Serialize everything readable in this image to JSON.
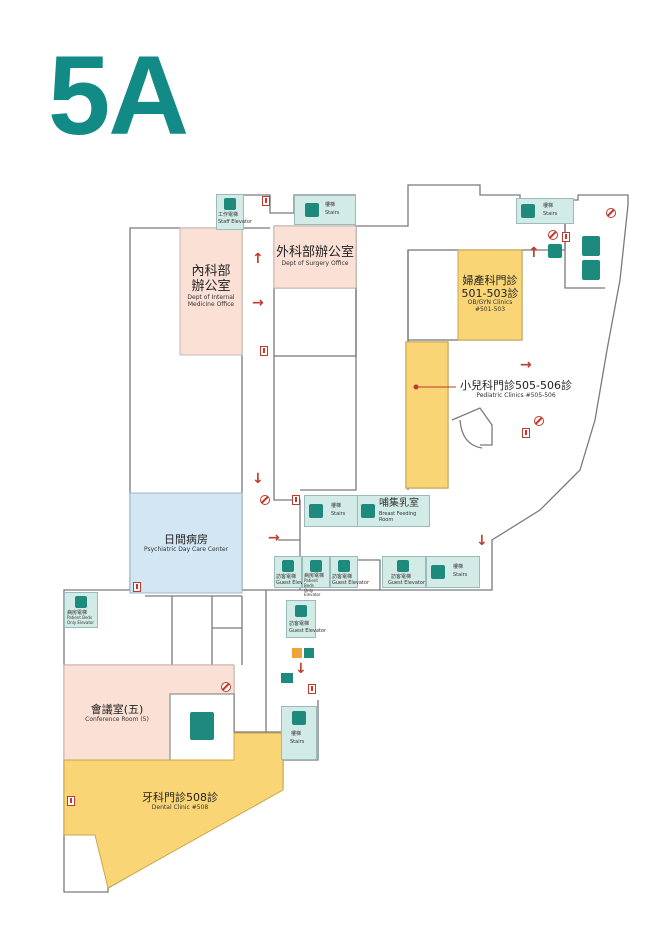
{
  "floor": {
    "label": "5A",
    "color": "#128a86"
  },
  "colors": {
    "office": "#fbe0d6",
    "clinic": "#fad576",
    "daycare": "#d2e6f4",
    "facility": "#d3ebe6",
    "wall": "#7a7a7a",
    "marker": "#c0392b"
  },
  "rooms": {
    "internal_medicine": {
      "zh": "內科部\n辦公室",
      "en": "Dept of Internal\nMedicine Office"
    },
    "surgery": {
      "zh": "外科部辦公室",
      "en": "Dept of Surgery Office"
    },
    "obgyn": {
      "zh": "婦產科門診\n501-503診",
      "en": "OB/GYN Clinics\n#501-503"
    },
    "pediatric": {
      "zh": "小兒科門診505-506診",
      "en": "Pediatric Clinics #505-506"
    },
    "daycare": {
      "zh": "日間病房",
      "en": "Psychiatric Day Care Center"
    },
    "breastfeeding": {
      "zh": "哺集乳室",
      "en": "Breast Feeding\nRoom"
    },
    "conference": {
      "zh": "會議室(五)",
      "en": "Conference Room (5)"
    },
    "dental": {
      "zh": "牙科門診508診",
      "en": "Dental Clinic #508"
    }
  },
  "facilities": {
    "staff_elevator": {
      "zh": "工作電梯",
      "en": "Staff Elevator"
    },
    "stairs": {
      "zh": "樓梯",
      "en": "Stairs"
    },
    "guest_elevator": {
      "zh": "訪客電梯",
      "en": "Guest Elevator"
    },
    "patient_elevator": {
      "zh": "病房電梯",
      "en": "Patient Beds\nOnly Elevator"
    }
  },
  "icons": {
    "restroom": "restroom-icon",
    "fire": "fire-extinguisher-icon",
    "no_smoking": "no-smoking-icon",
    "arrow": "direction-arrow-icon"
  }
}
